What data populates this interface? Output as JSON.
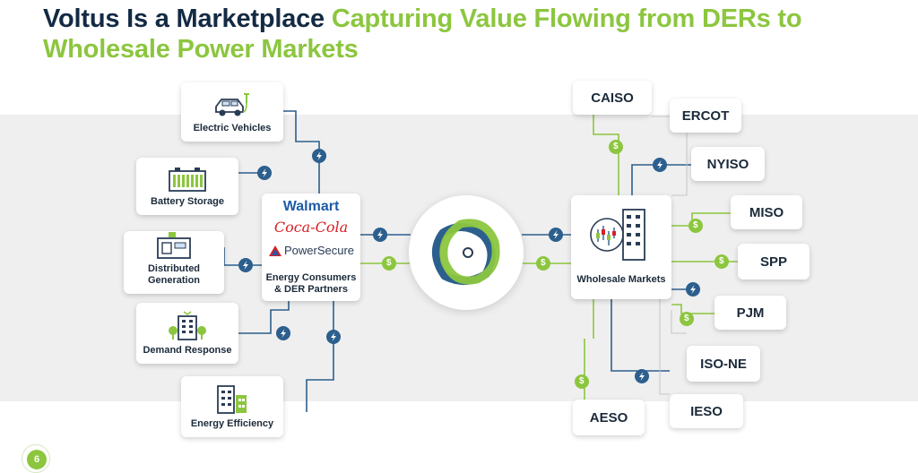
{
  "title": {
    "part1": "Voltus Is a Marketplace ",
    "part2": "Capturing Value Flowing from DERs to Wholesale Power Markets"
  },
  "colors": {
    "navy": "#132a44",
    "green": "#8cc63f",
    "blue": "#2c5f8d",
    "band": "#efefef"
  },
  "der_sources": [
    {
      "id": "ev",
      "label": "Electric Vehicles",
      "icon": "car-icon"
    },
    {
      "id": "battery",
      "label": "Battery Storage",
      "icon": "battery-icon"
    },
    {
      "id": "dg",
      "label": "Distributed Generation",
      "icon": "generator-icon"
    },
    {
      "id": "dr",
      "label": "Demand Response",
      "icon": "building-icon"
    },
    {
      "id": "ee",
      "label": "Energy Efficiency",
      "icon": "buildings-icon"
    }
  ],
  "partners": {
    "logos": [
      "Walmart",
      "Coca-Cola",
      "PowerSecure"
    ],
    "label": "Energy Consumers & DER Partners"
  },
  "hub": {
    "icon": "voltus-logo-icon"
  },
  "wholesale": {
    "label": "Wholesale Markets",
    "icon": "market-building-icon"
  },
  "markets": [
    "CAISO",
    "ERCOT",
    "NYISO",
    "MISO",
    "SPP",
    "PJM",
    "ISO-NE",
    "IESO",
    "AESO"
  ],
  "flow_symbols": {
    "power": "lightning-icon",
    "value": "dollar-icon",
    "dollar": "$"
  },
  "page_number": "6"
}
